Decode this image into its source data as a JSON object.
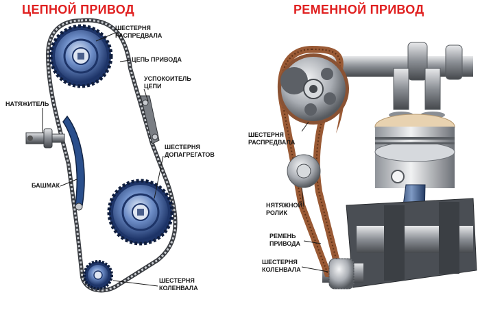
{
  "left_panel": {
    "title": "ЦЕПНОЙ ПРИВОД",
    "labels": {
      "cam_gear_1": "ШЕСТЕРНЯ",
      "cam_gear_2": "РАСПРЕДВАЛА",
      "chain": "ЦЕПЬ ПРИВОДА",
      "damper_1": "УСПОКОИТЕЛЬ",
      "damper_2": "ЦЕПИ",
      "tensioner": "НАТЯЖИТЕЛЬ",
      "aux_gear_1": "ШЕСТЕРНЯ",
      "aux_gear_2": "ДОПАГРЕГАТОВ",
      "shoe": "БАШМАК",
      "crank_gear_1": "ШЕСТЕРНЯ",
      "crank_gear_2": "КОЛЕНВАЛА"
    }
  },
  "right_panel": {
    "title": "РЕМЕННОЙ ПРИВОД",
    "labels": {
      "cam_gear_1": "ШЕСТЕРНЯ",
      "cam_gear_2": "РАСПРЕДВАЛА",
      "idler_1": "НЯТЯЖНОЙ",
      "idler_2": "РОЛИК",
      "belt_1": "РЕМЕНЬ",
      "belt_2": "ПРИВОДА",
      "crank_gear_1": "ШЕСТЕРНЯ",
      "crank_gear_2": "КОЛЕНВАЛА"
    }
  },
  "colors": {
    "title_red": "#e02020",
    "gear_blue": "#2f4f8f",
    "belt_brown": "#9a5a35",
    "steel": "#8c9096"
  }
}
